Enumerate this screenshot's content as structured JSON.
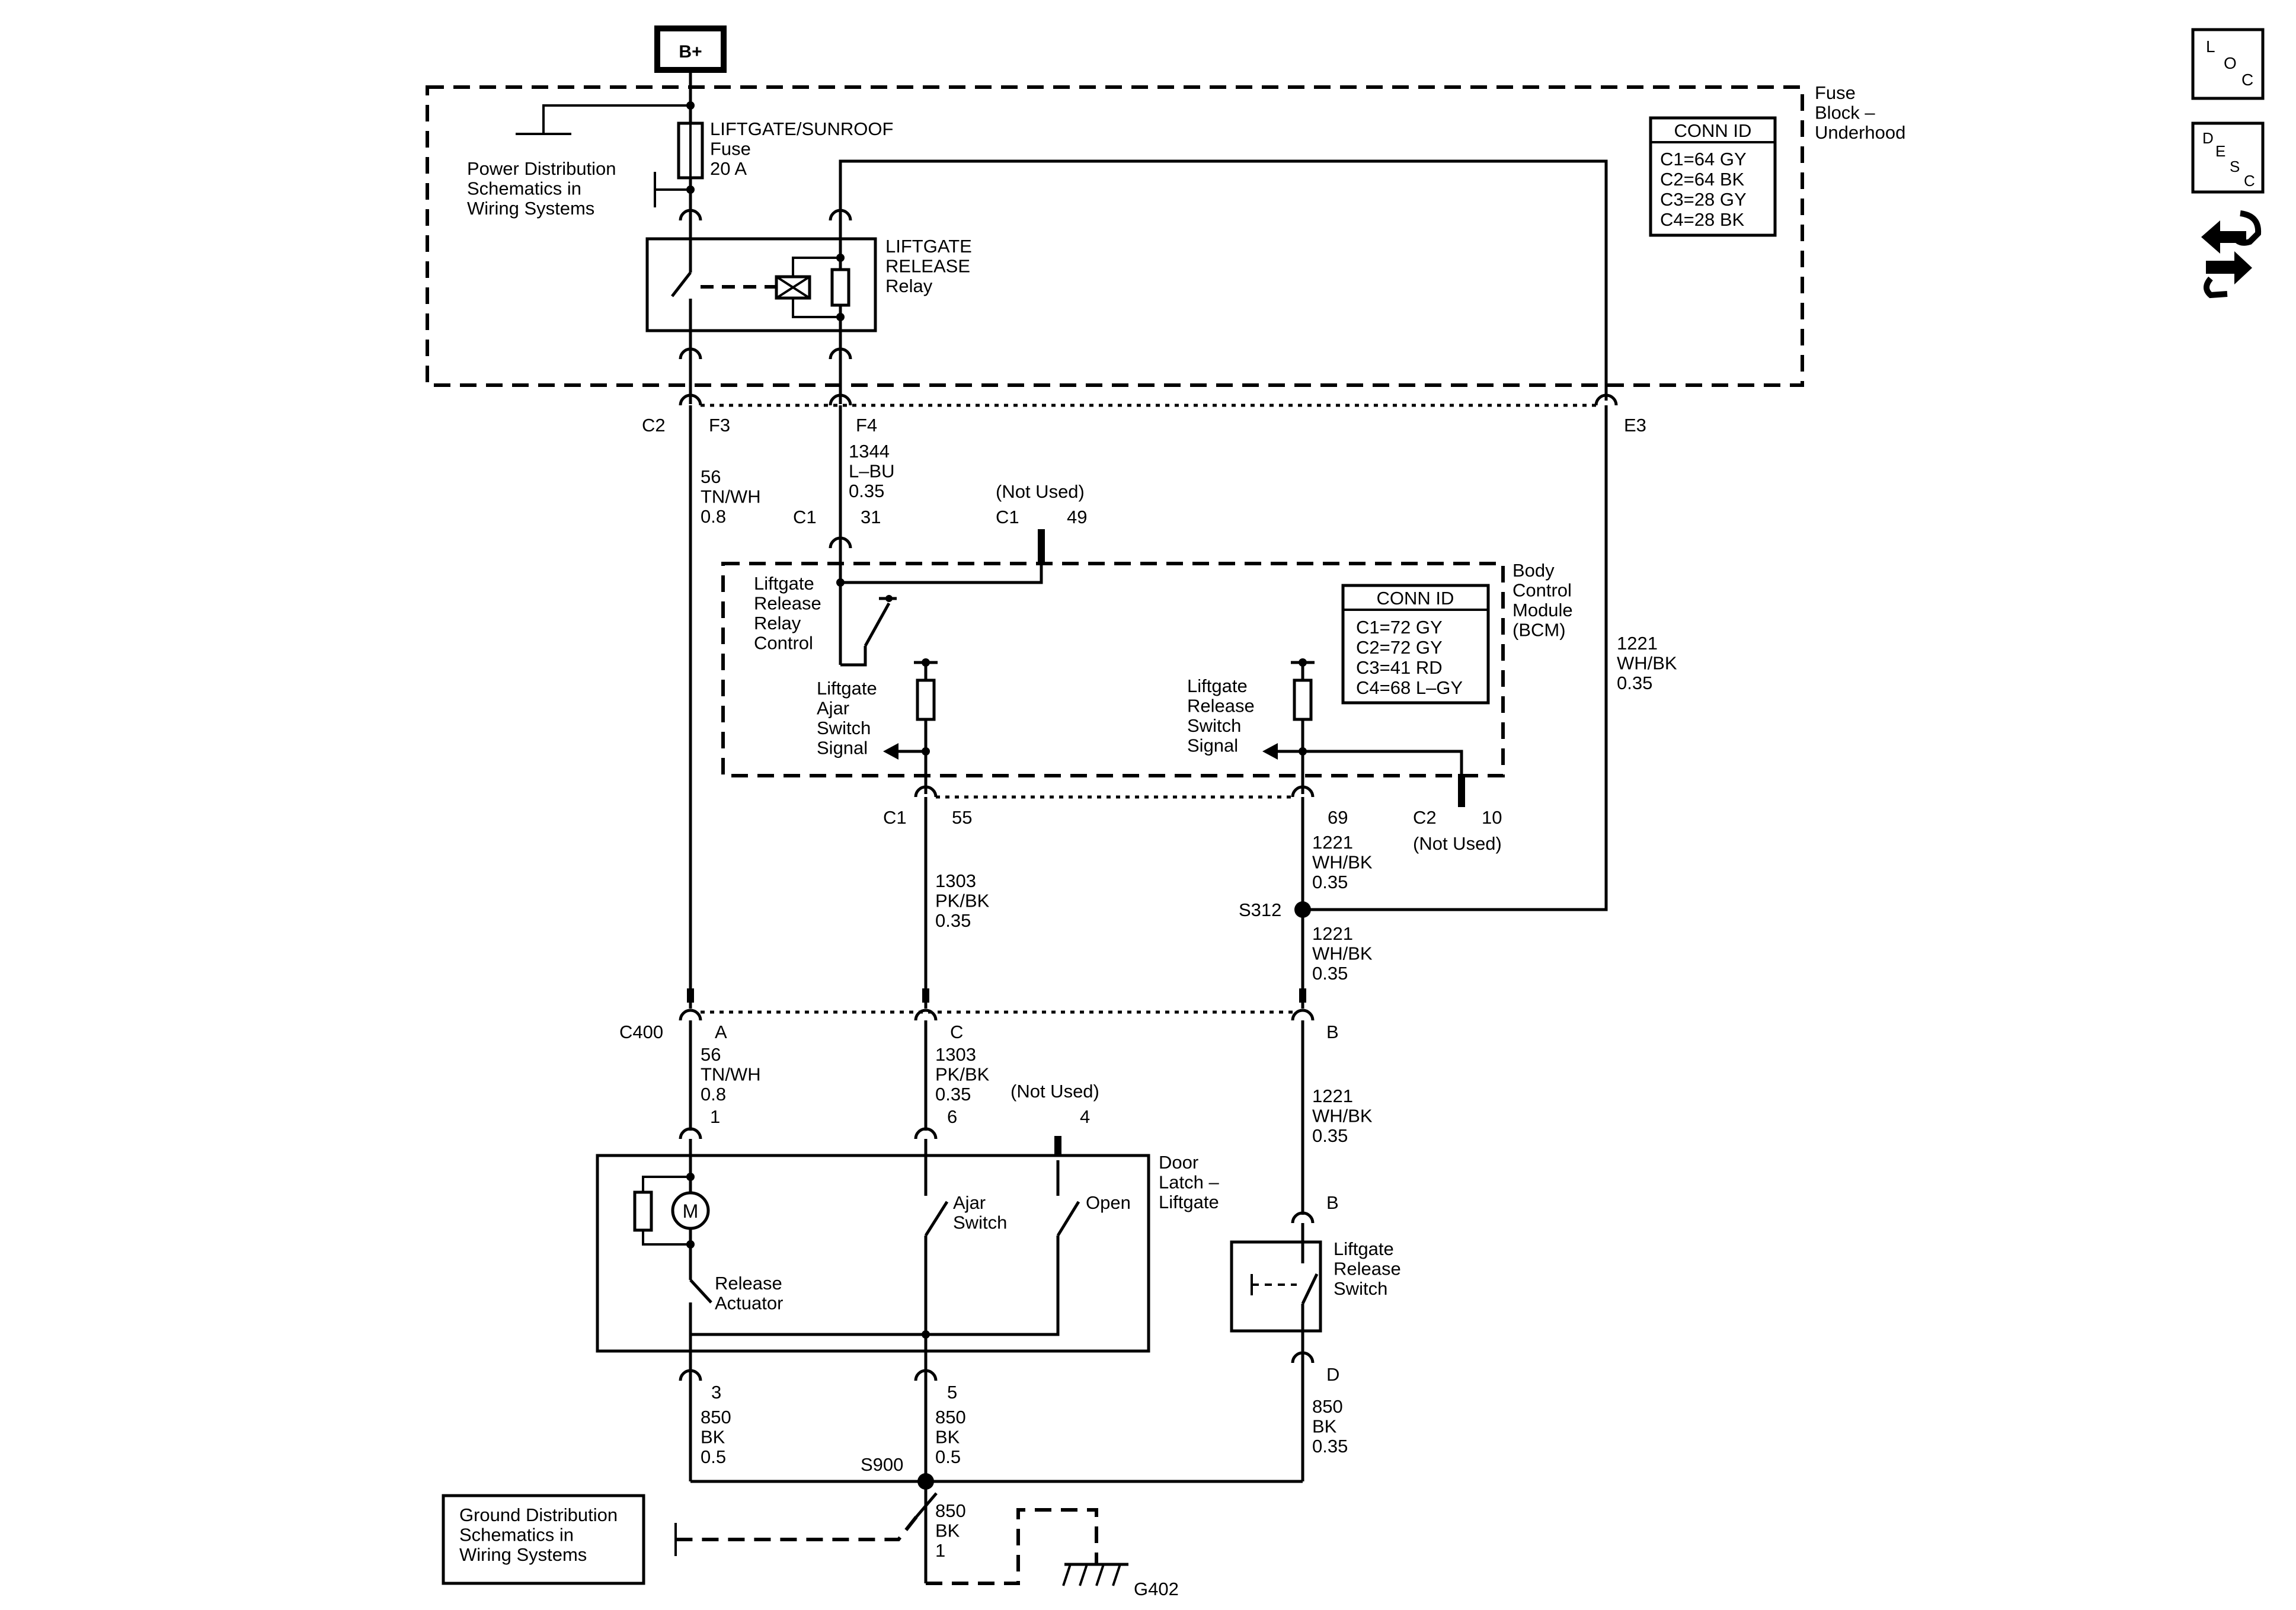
{
  "power": {
    "label": "B+"
  },
  "fuse_block": {
    "name": "Fuse\nBlock –\nUnderhood",
    "conn_id_title": "CONN ID",
    "conn_ids": [
      "C1=64 GY",
      "C2=64 BK",
      "C3=28 GY",
      "C4=28 BK"
    ],
    "fuse_label": "LIFTGATE/SUNROOF\nFuse\n20 A",
    "power_dist_ref": "Power Distribution\nSchematics in\nWiring Systems",
    "relay_label": "LIFTGATE\nRELEASE\nRelay",
    "pins": {
      "c2": "C2",
      "f3": "F3",
      "f4": "F4",
      "e3": "E3"
    }
  },
  "wires": {
    "w56_top": "56\nTN/WH\n0.8",
    "w1344": "1344\nL–BU\n0.35",
    "w1221_right": "1221\nWH/BK\n0.35",
    "w1303_mid": "1303\nPK/BK\n0.35",
    "w1221_bcm": "1221\nWH/BK\n0.35",
    "w1221_s312": "1221\nWH/BK\n0.35",
    "w56_c400": "56\nTN/WH\n0.8",
    "w1303_c400": "1303\nPK/BK\n0.35",
    "w1221_c400": "1221\nWH/BK\n0.35",
    "w850_3": "850\nBK\n0.5",
    "w850_5": "850\nBK\n0.5",
    "w850_d": "850\nBK\n0.35",
    "w850_g": "850\nBK\n1"
  },
  "bcm": {
    "name": "Body\nControl\nModule\n(BCM)",
    "conn_id_title": "CONN ID",
    "conn_ids": [
      "C1=72 GY",
      "C2=72 GY",
      "C3=41 RD",
      "C4=68 L–GY"
    ],
    "c1_31": {
      "conn": "C1",
      "pin": "31"
    },
    "not_used_top": "(Not Used)",
    "c1_49": {
      "conn": "C1",
      "pin": "49"
    },
    "relay_control": "Liftgate\nRelease\nRelay\nControl",
    "ajar_signal": "Liftgate\nAjar\nSwitch\nSignal",
    "release_signal": "Liftgate\nRelease\nSwitch\nSignal",
    "c1_55": {
      "conn": "C1",
      "pin": "55"
    },
    "pin_69": "69",
    "c2_10": {
      "conn": "C2",
      "pin": "10"
    },
    "not_used_bottom": "(Not Used)"
  },
  "splices": {
    "s312": "S312",
    "s900": "S900"
  },
  "c400": {
    "name": "C400",
    "pin_a": "A",
    "pin_c": "C",
    "pin_b": "B"
  },
  "door_latch": {
    "name": "Door\nLatch –\nLiftgate",
    "pin_1": "1",
    "pin_6": "6",
    "pin_4": "4",
    "not_used": "(Not Used)",
    "motor": "M",
    "release_actuator": "Release\nActuator",
    "ajar_switch": "Ajar\nSwitch",
    "open": "Open",
    "pin_3": "3",
    "pin_5": "5"
  },
  "release_switch": {
    "name": "Liftgate\nRelease\nSwitch",
    "pin_b": "B",
    "pin_d": "D"
  },
  "ground": {
    "ref": "Ground Distribution\nSchematics in\nWiring Systems",
    "g402": "G402"
  },
  "side_icons": {
    "loc": [
      "L",
      "O",
      "C"
    ],
    "desc": [
      "D",
      "E",
      "S",
      "C"
    ]
  }
}
